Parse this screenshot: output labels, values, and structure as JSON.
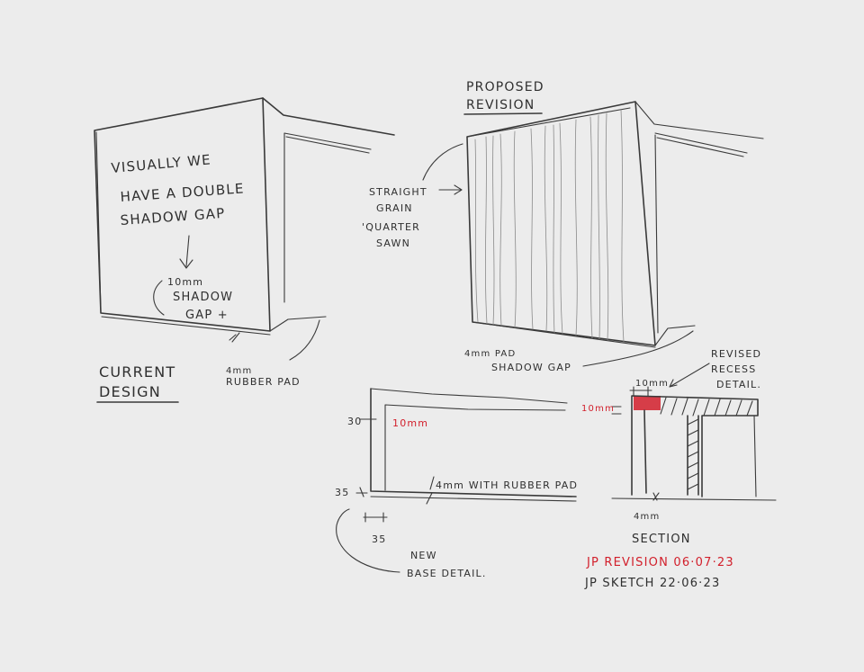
{
  "colors": {
    "paper": "#ececec",
    "pencil": "#2f2f2f",
    "red_pen": "#d21f2b"
  },
  "current": {
    "note_line1": "VISUALLY WE",
    "note_line2": "HAVE A DOUBLE",
    "note_line3": "SHADOW GAP",
    "gap_line1": "10mm",
    "gap_line2": "SHADOW",
    "gap_line3": "GAP +",
    "pad_line1": "4mm",
    "pad_line2": "RUBBER PAD",
    "title_line1": "CURRENT",
    "title_line2": "DESIGN"
  },
  "proposed": {
    "title_line1": "PROPOSED",
    "title_line2": "REVISION",
    "grain_line1": "STRAIGHT",
    "grain_line2": "GRAIN",
    "grain_line3": "'QUARTER",
    "grain_line4": "SAWN",
    "pad_line1": "4mm PAD",
    "pad_line2": "SHADOW GAP"
  },
  "base": {
    "dim_30": "30",
    "dim_10mm": "10mm",
    "dim_35_v": "35",
    "dim_35_h": "35",
    "gap_label": "4mm WITH RUBBER PAD",
    "new_line1": "NEW",
    "new_line2": "BASE DETAIL."
  },
  "section": {
    "revised_line1": "REVISED",
    "revised_line2": "RECESS",
    "revised_line3": "DETAIL.",
    "dim_top": "10mm",
    "dim_red": "10mm",
    "dim_bottom": "4mm",
    "label": "SECTION"
  },
  "signoff": {
    "revision": "JP REVISION  06·07·23",
    "sketch": "JP SKETCH  22·06·23"
  }
}
